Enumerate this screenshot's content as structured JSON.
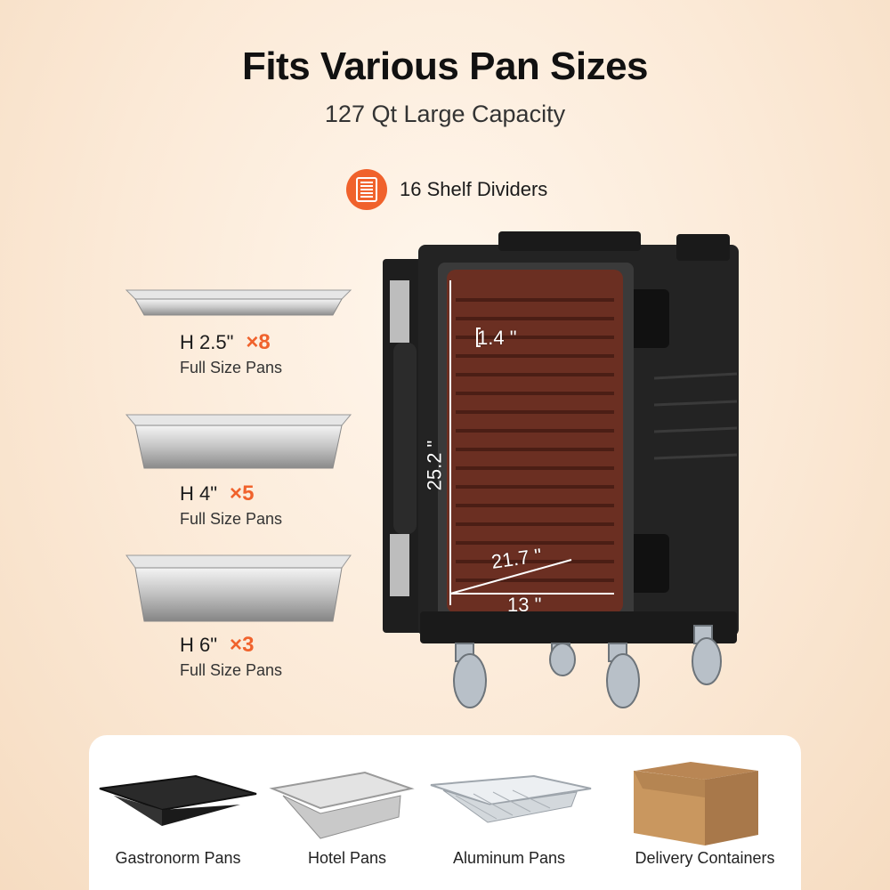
{
  "header": {
    "title": "Fits Various Pan Sizes",
    "subtitle": "127 Qt Large Capacity"
  },
  "feature": {
    "icon": "shelf-icon",
    "label": "16 Shelf Dividers",
    "accent": "#f0622c"
  },
  "pans": [
    {
      "height": "H 2.5\"",
      "qty": "×8",
      "desc": "Full Size Pans"
    },
    {
      "height": "H 4\"",
      "qty": "×5",
      "desc": "Full Size Pans"
    },
    {
      "height": "H 6\"",
      "qty": "×3",
      "desc": "Full Size Pans"
    }
  ],
  "cabinet": {
    "slot_spacing": "1.4 \"",
    "height": "25.2 \"",
    "depth": "21.7 \"",
    "width": "13 \""
  },
  "compatible": [
    {
      "label": "Gastronorm Pans",
      "icon": "black-pan-icon"
    },
    {
      "label": "Hotel Pans",
      "icon": "steel-pan-icon"
    },
    {
      "label": "Aluminum Pans",
      "icon": "foil-pan-icon"
    },
    {
      "label": "Delivery Containers",
      "icon": "takeout-box-icon"
    }
  ]
}
